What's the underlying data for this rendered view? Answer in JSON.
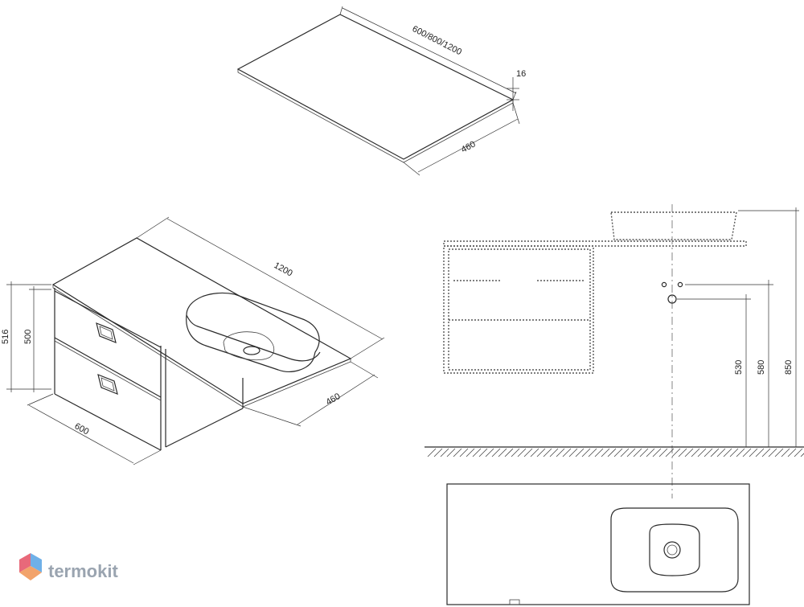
{
  "dimensions": {
    "top_width": "600/800/1200",
    "top_thickness": "16",
    "top_depth": "460",
    "iso_length": "1200",
    "iso_depth": "460",
    "iso_width": "600",
    "iso_height_total": "516",
    "iso_height_body": "500",
    "elev_530": "530",
    "elev_580": "580",
    "elev_850": "850"
  },
  "brand": {
    "name": "termokit",
    "colors": [
      "#e8697a",
      "#6fb0e8",
      "#f2a36b",
      "#9aa4b0"
    ]
  }
}
